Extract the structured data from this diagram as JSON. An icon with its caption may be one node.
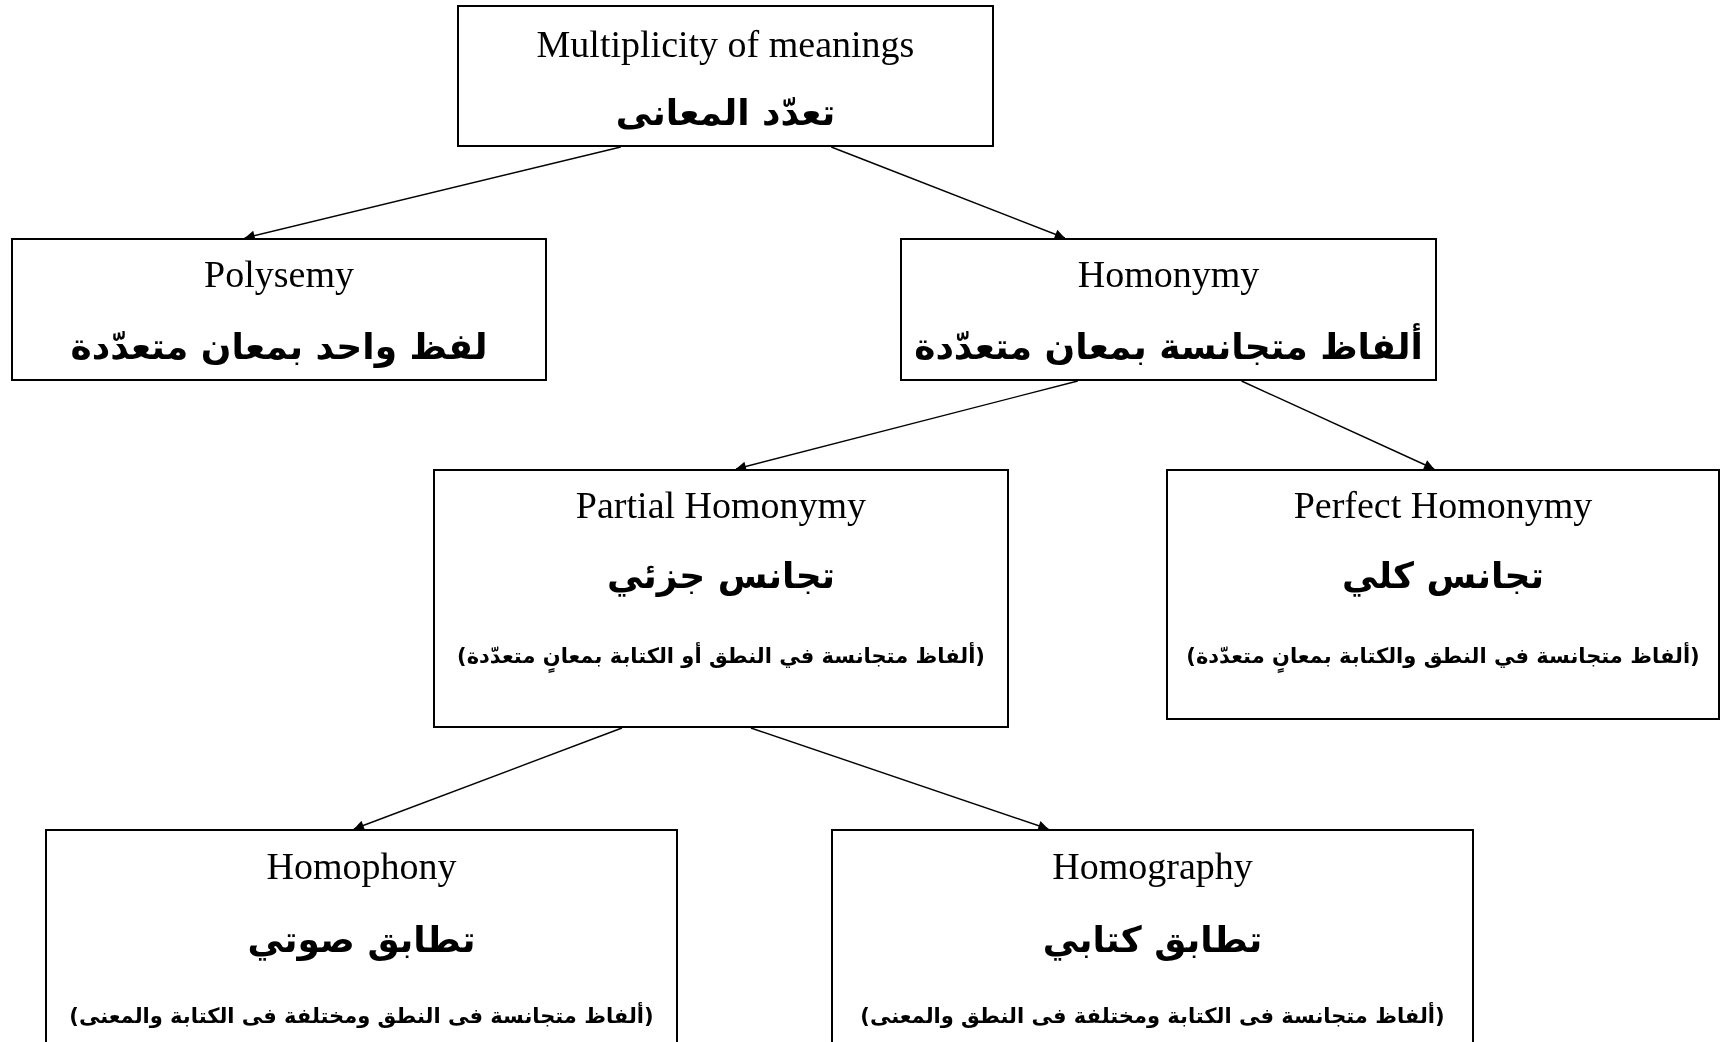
{
  "diagram": {
    "nodes": [
      {
        "text": [
          "Multiplicity of meanings",
          "تعدّد المعانى"
        ]
      },
      {
        "text": [
          "Polysemy",
          "لفظ واحد بمعان متعدّدة"
        ]
      },
      {
        "text": [
          "Homonymy",
          "ألفاظ متجانسة بمعان متعدّدة"
        ]
      },
      {
        "text": [
          "Partial Homonymy",
          "تجانس جزئي",
          "(ألفاظ متجانسة في النطق أو الكتابة بمعانٍ متعدّدة)"
        ]
      },
      {
        "text": [
          "Perfect Homonymy",
          "تجانس كلي",
          "(ألفاظ متجانسة في النطق والكتابة بمعانٍ متعدّدة)"
        ]
      },
      {
        "text": [
          "Homophony",
          "تطابق صوتي",
          "(ألفاظ متجانسة فى النطق ومختلفة فى الكتابة والمعنى)"
        ]
      },
      {
        "text": [
          "Homography",
          "تطابق كتابي",
          "(ألفاظ متجانسة فى الكتابة ومختلفة فى النطق والمعنى)"
        ]
      }
    ],
    "edges": [
      {
        "from": 0,
        "to": 1,
        "arrow": "to"
      },
      {
        "from": 0,
        "to": 2,
        "arrow": "to"
      },
      {
        "from": 2,
        "to": 3,
        "arrow": "to"
      },
      {
        "from": 2,
        "to": 4,
        "arrow": "to"
      },
      {
        "from": 3,
        "to": 5,
        "arrow": "to"
      },
      {
        "from": 3,
        "to": 6,
        "arrow": "to"
      }
    ]
  }
}
